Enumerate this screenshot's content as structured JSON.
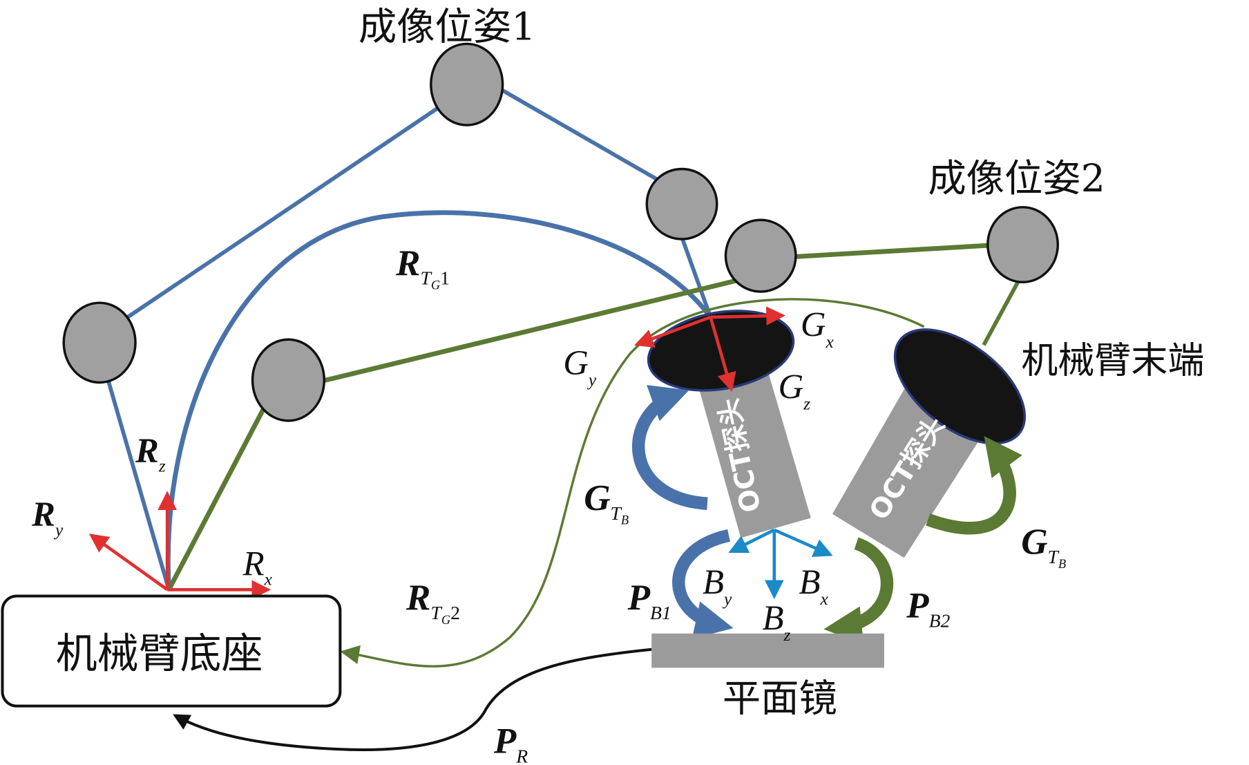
{
  "diagram": {
    "labels": {
      "pose1": "成像位姿1",
      "pose2": "成像位姿2",
      "end_effector": "机械臂末端",
      "robot_base": "机械臂底座",
      "mirror": "平面镜",
      "probe1": "OCT探头",
      "probe2": "OCT探头"
    },
    "transforms": {
      "R_TG1": {
        "main": "R",
        "sub": "T",
        "subsub": "G",
        "index": "1"
      },
      "R_TG2": {
        "main": "R",
        "sub": "T",
        "subsub": "G",
        "index": "2"
      },
      "G_TB_1": {
        "main": "G",
        "sub": "T",
        "subsub": "B"
      },
      "G_TB_2": {
        "main": "G",
        "sub": "T",
        "subsub": "B"
      },
      "P_B1": {
        "main": "P",
        "sub": "B1"
      },
      "P_B2": {
        "main": "P",
        "sub": "B2"
      },
      "P_R": {
        "main": "P",
        "sub": "R"
      }
    },
    "axes": {
      "robot": {
        "x": {
          "main": "R",
          "sub": "x"
        },
        "y": {
          "main": "R",
          "sub": "y"
        },
        "z": {
          "main": "R",
          "sub": "z"
        }
      },
      "probe": {
        "x": {
          "main": "G",
          "sub": "x"
        },
        "y": {
          "main": "G",
          "sub": "y"
        },
        "z": {
          "main": "G",
          "sub": "z"
        }
      },
      "mirror": {
        "x": {
          "main": "B",
          "sub": "x"
        },
        "y": {
          "main": "B",
          "sub": "y"
        },
        "z": {
          "main": "B",
          "sub": "z"
        }
      }
    },
    "colors": {
      "pose1_link": "#4a72aa",
      "pose2_link": "#5b7a34",
      "axis_red": "#e03030",
      "axis_blue": "#1a8ac8",
      "joint_fill": "#a0a0a0",
      "probe_gray": "#9b9b9b",
      "probe_head": "#141414"
    }
  }
}
